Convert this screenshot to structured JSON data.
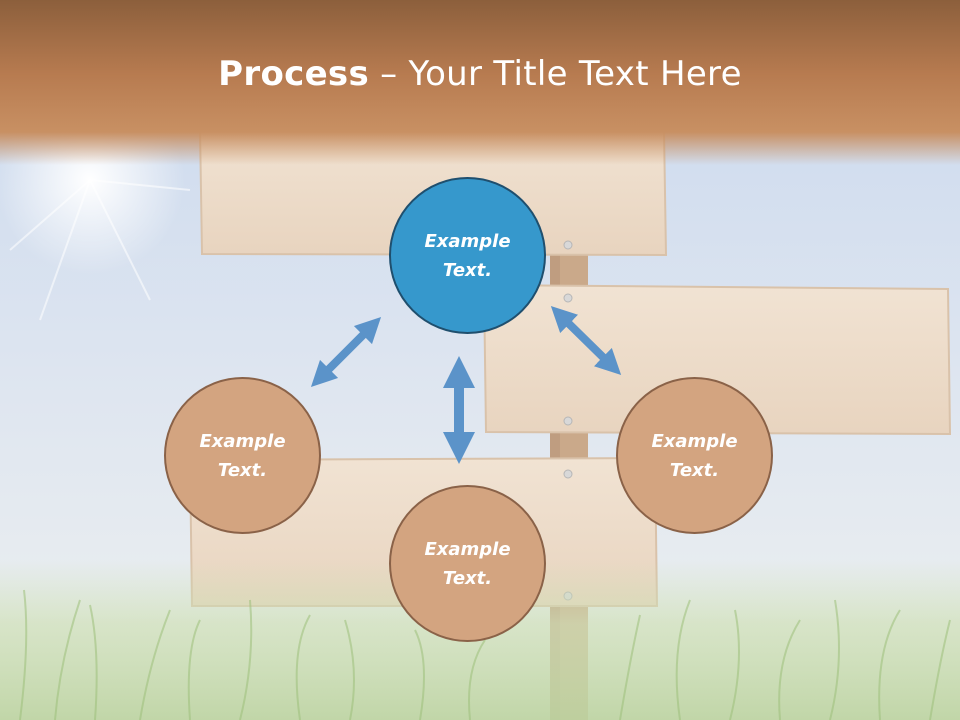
{
  "slide": {
    "title_bold": "Process",
    "title_rest": " – Your Title Text Here"
  },
  "diagram": {
    "nodes": [
      {
        "id": "top",
        "label": "Example\nText."
      },
      {
        "id": "left",
        "label": "Example\nText."
      },
      {
        "id": "bottom",
        "label": "Example\nText."
      },
      {
        "id": "right",
        "label": "Example\nText."
      }
    ],
    "colors": {
      "center_fill": "#3698cc",
      "satellite_fill": "#d3a480",
      "arrow": "#5b93c9",
      "header_band": "#c48a5c"
    }
  }
}
